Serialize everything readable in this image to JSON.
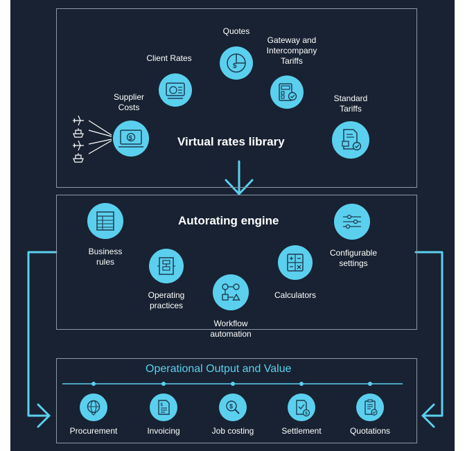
{
  "library": {
    "title": "Virtual rates library",
    "nodes": [
      {
        "label": "Quotes",
        "icon": "pie-chart-dollar-icon"
      },
      {
        "label": "Client Rates",
        "icon": "rate-card-dollar-icon"
      },
      {
        "label": "Gateway and\nIntercompany\nTariffs",
        "icon": "calculator-check-icon"
      },
      {
        "label": "Supplier\nCosts",
        "icon": "laptop-dollar-icon"
      },
      {
        "label": "Standard\nTariffs",
        "icon": "document-stamp-icon"
      }
    ],
    "transport_icons": [
      "airplane-icon",
      "ship-icon",
      "airplane-icon",
      "ship-icon"
    ]
  },
  "engine": {
    "title": "Autorating engine",
    "nodes": [
      {
        "label": "Business\nrules",
        "icon": "table-rules-icon"
      },
      {
        "label": "Configurable\nsettings",
        "icon": "sliders-icon"
      },
      {
        "label": "Operating\npractices",
        "icon": "process-board-icon"
      },
      {
        "label": "Calculators",
        "icon": "calculator-icon"
      },
      {
        "label": "Workflow\nautomation",
        "icon": "workflow-shapes-icon"
      }
    ]
  },
  "output": {
    "title": "Operational Output and Value",
    "items": [
      {
        "label": "Procurement",
        "icon": "globe-check-icon"
      },
      {
        "label": "Invoicing",
        "icon": "invoice-document-icon"
      },
      {
        "label": "Job costing",
        "icon": "dollar-magnifier-icon"
      },
      {
        "label": "Settlement",
        "icon": "settlement-document-icon"
      },
      {
        "label": "Quotations",
        "icon": "clipboard-check-icon"
      }
    ]
  },
  "colors": {
    "background": "#182232",
    "accent": "#5bd0ee",
    "border": "#8f98a6",
    "icon_stroke": "#1e3a52",
    "text": "#ffffff"
  }
}
